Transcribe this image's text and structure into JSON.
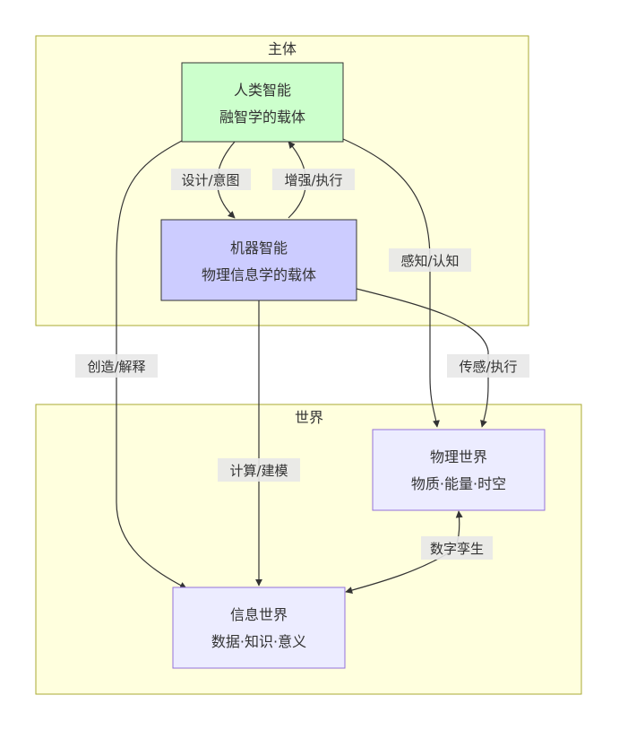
{
  "clusters": {
    "subject": {
      "title": "主体"
    },
    "world": {
      "title": "世界"
    }
  },
  "nodes": {
    "human": {
      "line1": "人类智能",
      "line2": "融智学的载体",
      "fill": "#ccffcc"
    },
    "machine": {
      "line1": "机器智能",
      "line2": "物理信息学的载体",
      "fill": "#ccccff"
    },
    "physical": {
      "line1": "物理世界",
      "line2": "物质·能量·时空",
      "fill": "#ececff"
    },
    "info": {
      "line1": "信息世界",
      "line2": "数据·知识·意义",
      "fill": "#ececff"
    }
  },
  "edges": {
    "design": "设计/意图",
    "enhance": "增强/执行",
    "perceive": "感知/认知",
    "create": "创造/解释",
    "sense": "传感/执行",
    "compute": "计算/建模",
    "twin": "数字孪生"
  },
  "colors": {
    "node_stroke": "#333333",
    "secondary_stroke": "#9370db",
    "cluster_fill": "#ffffde",
    "cluster_stroke": "#aaaa33"
  }
}
